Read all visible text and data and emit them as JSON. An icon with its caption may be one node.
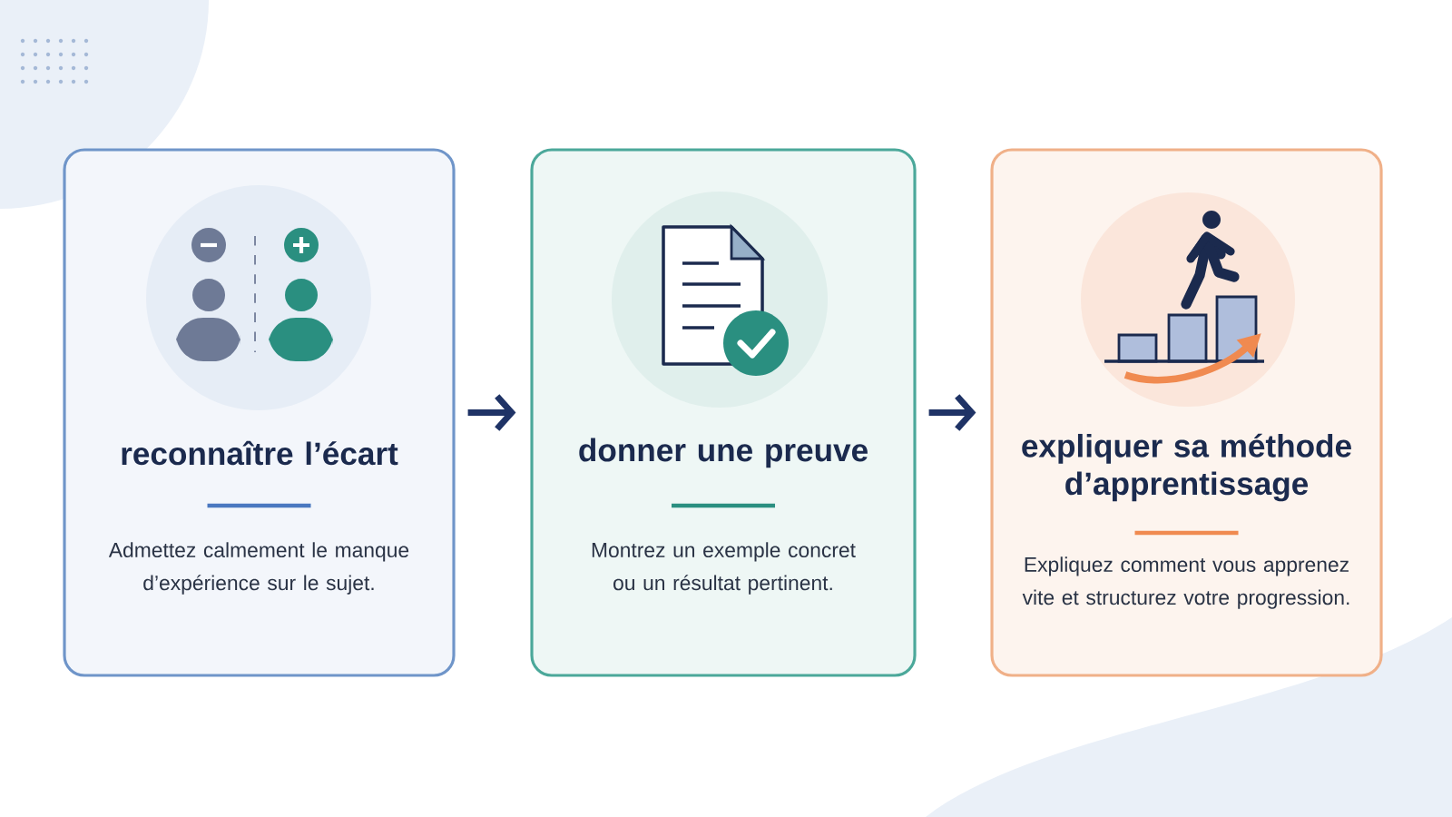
{
  "diagram": {
    "nodes": [
      {
        "text": [
          "reconnaître l’écart",
          "Admettez calmement le manque d’expérience sur le sujet."
        ]
      },
      {
        "text": [
          "donner une preuve",
          "Montrez un exemple concret ou un résultat pertinent."
        ]
      },
      {
        "text": [
          "expliquer sa méthode d’apprentissage",
          "Expliquez comment vous apprenez vite et structurez votre progression."
        ]
      }
    ],
    "edges": [
      {
        "from": 0,
        "to": 1,
        "arrow": "to"
      },
      {
        "from": 1,
        "to": 2,
        "arrow": "to"
      }
    ]
  }
}
